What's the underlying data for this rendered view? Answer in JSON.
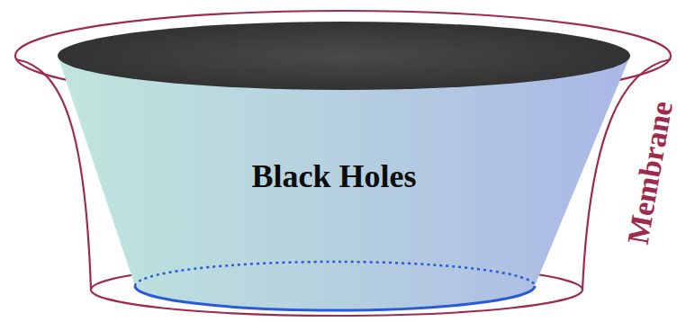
{
  "diagram": {
    "nodes": [
      {
        "text": [
          "Membrane"
        ]
      },
      {
        "text": [
          "Black Holes"
        ],
        "in": 0
      }
    ]
  }
}
